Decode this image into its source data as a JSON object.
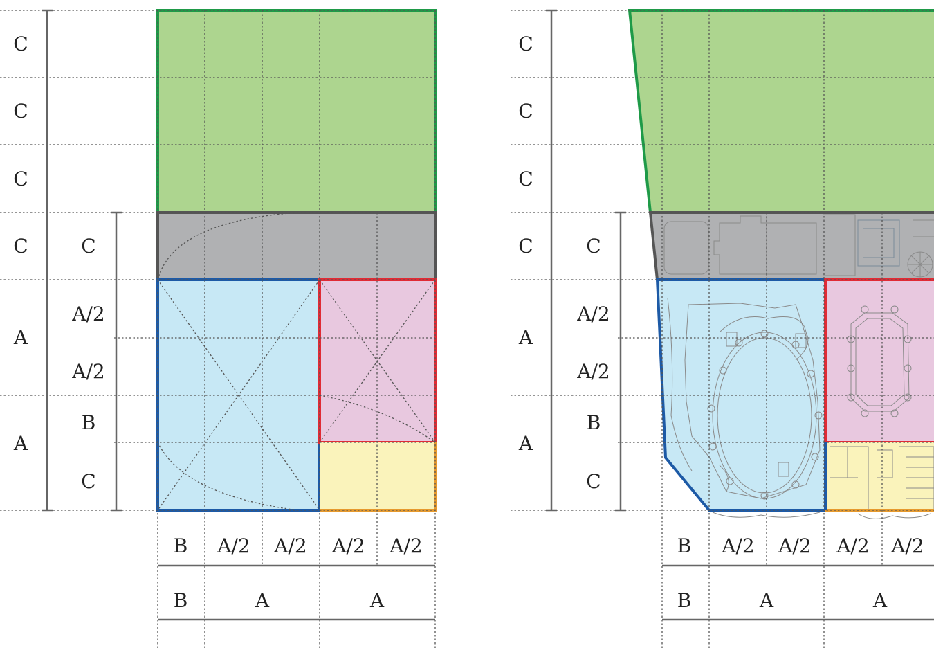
{
  "labels": {
    "a": "A",
    "b": "B",
    "c": "C",
    "a_half": "A/2"
  },
  "colors": {
    "green_fill": "#add58f",
    "green_stroke": "#1f9a48",
    "grey_fill": "#b0b1b3",
    "grey_stroke": "#555555",
    "blue_fill": "#c7e8f5",
    "blue_stroke": "#1d5aa6",
    "pink_fill": "#e8c8df",
    "red_stroke": "#e02b35",
    "yellow_fill": "#faf3bb",
    "orange_stroke": "#e69a2e"
  }
}
